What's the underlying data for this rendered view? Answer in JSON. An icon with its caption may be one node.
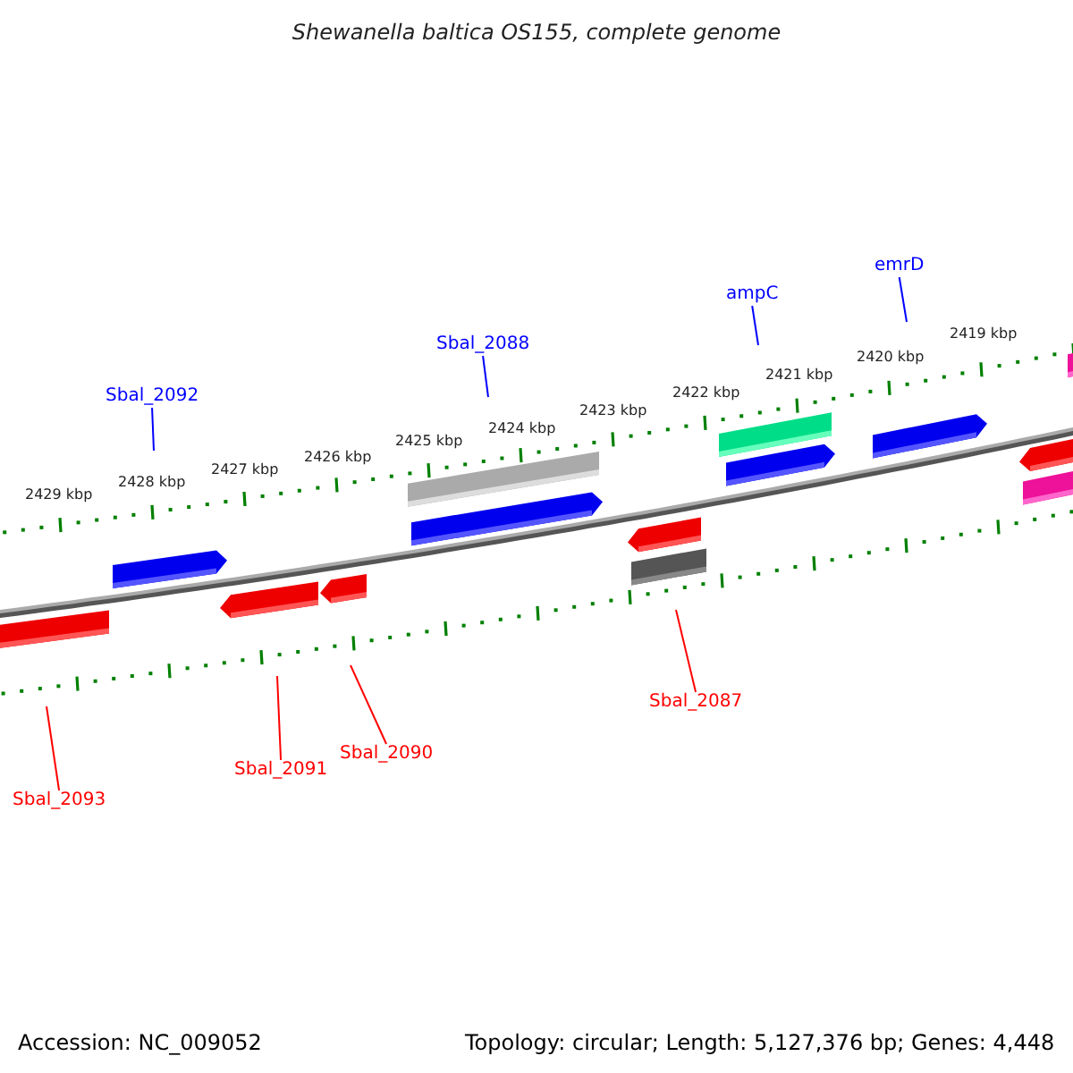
{
  "diagram": {
    "title": "Shewanella baltica OS155, complete genome",
    "nodes": [
      {
        "text": [
          "emrD"
        ]
      },
      {
        "text": [
          "ampC"
        ]
      },
      {
        "text": [
          "Sbal_2088"
        ]
      },
      {
        "text": [
          "Sbal_2092"
        ]
      },
      {
        "text": [
          "Sbal_2087"
        ]
      },
      {
        "text": [
          "Sbal_2090"
        ]
      },
      {
        "text": [
          "Sbal_2091"
        ]
      },
      {
        "text": [
          "Sbal_2093"
        ]
      }
    ],
    "edges": [
      {
        "from": 0,
        "to": null,
        "arrow": "none",
        "color": "#0000ff"
      },
      {
        "from": 1,
        "to": null,
        "arrow": "none",
        "color": "#0000ff"
      },
      {
        "from": 2,
        "to": null,
        "arrow": "none",
        "color": "#0000ff"
      },
      {
        "from": 3,
        "to": null,
        "arrow": "none",
        "color": "#0000ff"
      },
      {
        "from": 4,
        "to": null,
        "arrow": "none",
        "color": "#ff0000"
      },
      {
        "from": 5,
        "to": null,
        "arrow": "none",
        "color": "#ff0000"
      },
      {
        "from": 6,
        "to": null,
        "arrow": "none",
        "color": "#ff0000"
      },
      {
        "from": 7,
        "to": null,
        "arrow": "none",
        "color": "#ff0000"
      }
    ],
    "labels": [
      "2419 kbp",
      "2420 kbp",
      "2421 kbp",
      "2422 kbp",
      "2423 kbp",
      "2424 kbp",
      "2425 kbp",
      "2426 kbp",
      "2427 kbp",
      "2428 kbp",
      "2429 kbp",
      "Accession: NC_009052",
      "Topology: circular; Length: 5,127,376 bp; Genes: 4,448"
    ]
  }
}
